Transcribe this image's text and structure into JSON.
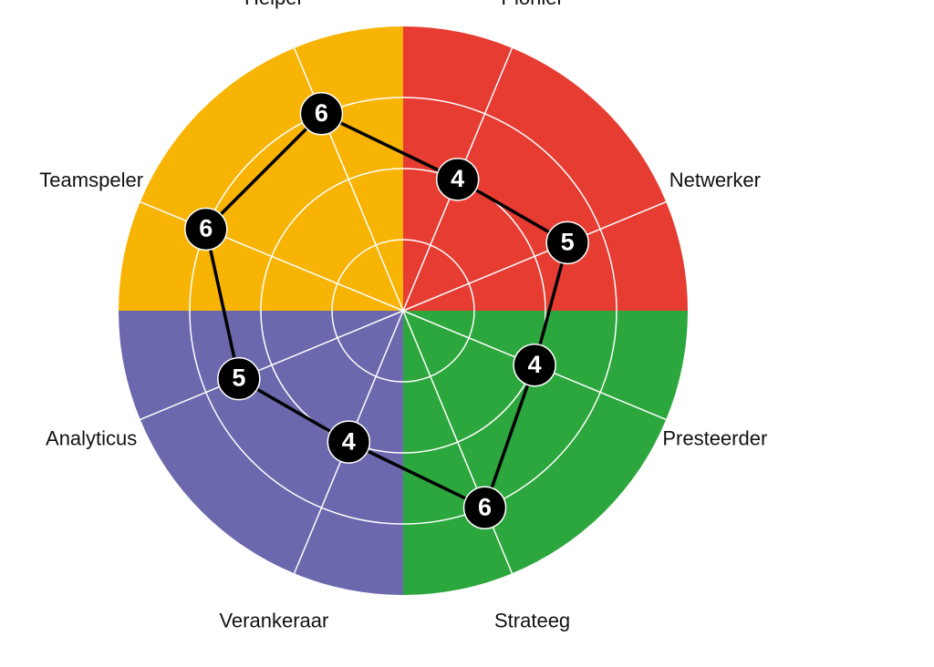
{
  "chart_data": {
    "type": "radar",
    "title": "",
    "rlim": [
      0,
      8
    ],
    "ring_levels": [
      2,
      4,
      6,
      8
    ],
    "grid": true,
    "axes": [
      {
        "name": "Pionier",
        "value": 4
      },
      {
        "name": "Netwerker",
        "value": 5
      },
      {
        "name": "Presteerder",
        "value": 4
      },
      {
        "name": "Strateeg",
        "value": 6
      },
      {
        "name": "Verankeraar",
        "value": 4
      },
      {
        "name": "Analyticus",
        "value": 5
      },
      {
        "name": "Teamspeler",
        "value": 6
      },
      {
        "name": "Helper",
        "value": 6
      }
    ],
    "quadrants": [
      {
        "color": "#e63c32"
      },
      {
        "color": "#2ca73d"
      },
      {
        "color": "#6b68ad"
      },
      {
        "color": "#f8b404"
      }
    ],
    "marker_color": "#000000",
    "line_color": "#000000"
  }
}
